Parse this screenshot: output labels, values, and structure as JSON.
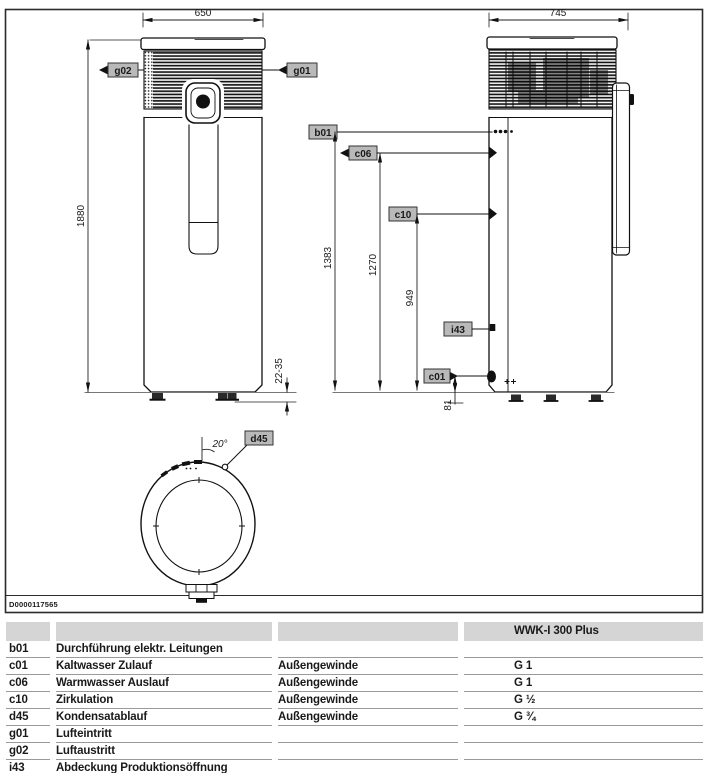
{
  "drawing": {
    "document_number": "D0000117565",
    "front_view": {
      "width_mm": "650",
      "height_mm": "1880",
      "feet_range_mm": "22-35"
    },
    "side_view": {
      "width_mm": "745",
      "b01_height_mm": "1383",
      "c06_height_mm": "1270",
      "c10_height_mm": "949",
      "c01_height_mm": "81"
    },
    "top_view": {
      "angle": "20°"
    },
    "labels": {
      "b01": "b01",
      "c01": "c01",
      "c06": "c06",
      "c10": "c10",
      "d45": "d45",
      "g01": "g01",
      "g02": "g02",
      "i43": "i43"
    }
  },
  "table": {
    "header": {
      "model": "WWK-I 300 Plus"
    },
    "rows": [
      {
        "code": "b01",
        "description": "Durchführung elektr. Leitungen",
        "thread": "",
        "value": ""
      },
      {
        "code": "c01",
        "description": "Kaltwasser Zulauf",
        "thread": "Außengewinde",
        "value": "G 1"
      },
      {
        "code": "c06",
        "description": "Warmwasser Auslauf",
        "thread": "Außengewinde",
        "value": "G 1"
      },
      {
        "code": "c10",
        "description": "Zirkulation",
        "thread": "Außengewinde",
        "value": "G ½"
      },
      {
        "code": "d45",
        "description": "Kondensatablauf",
        "thread": "Außengewinde",
        "value": "G ¾"
      },
      {
        "code": "g01",
        "description": "Lufteintritt",
        "thread": "",
        "value": ""
      },
      {
        "code": "g02",
        "description": "Luftaustritt",
        "thread": "",
        "value": ""
      },
      {
        "code": "i43",
        "description": "Abdeckung Produktionsöffnung",
        "thread": "",
        "value": ""
      }
    ]
  },
  "colors": {
    "label_bg": "#b9b9b9",
    "table_header_bg": "#d5d5d5",
    "line": "#111111",
    "separator": "#9a9a9a"
  }
}
